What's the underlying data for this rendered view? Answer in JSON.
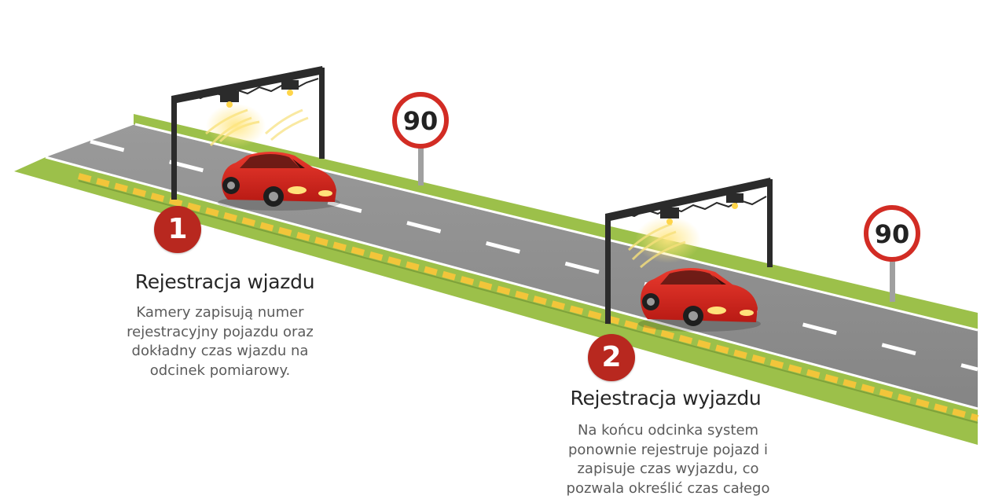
{
  "colors": {
    "grass": "#9cc04a",
    "road": "#8f8f8f",
    "curb": "#f2c53a",
    "accent_red": "#b8281f",
    "car_red": "#d8231d",
    "gantry": "#2b2b2b"
  },
  "speed_limit_sign": "90",
  "steps": [
    {
      "number": "1",
      "title": "Rejestracja wjazdu",
      "description": "Kamery zapisują numer\nrejestracyjny pojazdu oraz\ndokładny czas wjazdu na\nodcinek pomiarowy."
    },
    {
      "number": "2",
      "title": "Rejestracja wyjazdu",
      "description": "Na końcu odcinka system\nponownie rejestruje pojazd i\nzapisuje czas wyjazdu, co\npozwala określić czas całego"
    }
  ]
}
